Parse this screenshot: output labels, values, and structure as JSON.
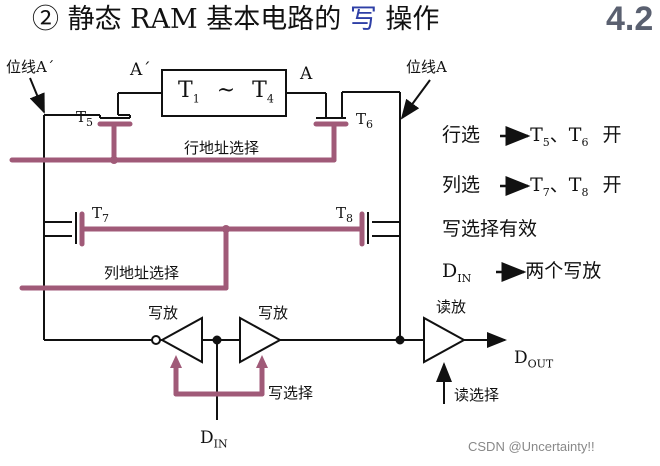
{
  "title": {
    "circled_num": "②",
    "text": "静态 RAM 基本电路的",
    "highlight": "写",
    "tail": "操作"
  },
  "page_number": "4.2",
  "bitline_left": "位线A´",
  "bitline_right": "位线A",
  "node_left": "A´",
  "node_right": "A",
  "cell": {
    "main": "T",
    "sub1": "1",
    "sep": "~",
    "main2": "T",
    "sub2": "4"
  },
  "transistors": {
    "t5": "T",
    "t5s": "5",
    "t6": "T",
    "t6s": "6",
    "t7": "T",
    "t7s": "7",
    "t8": "T",
    "t8s": "8"
  },
  "row_addr": "行地址选择",
  "col_addr": "列地址选择",
  "write_amp_1": "写放",
  "write_amp_2": "写放",
  "read_amp": "读放",
  "write_select": "写选择",
  "read_select": "读选择",
  "din": {
    "main": "D",
    "sub": "IN"
  },
  "dout": {
    "main": "D",
    "sub": "OUT"
  },
  "notes": {
    "row": {
      "text": "行选",
      "t1": "T",
      "s1": "5",
      "sep": "、",
      "t2": "T",
      "s2": "6",
      "tail": "开"
    },
    "col": {
      "text": "列选",
      "t1": "T",
      "s1": "7",
      "sep": "、",
      "t2": "T",
      "s2": "8",
      "tail": "开"
    },
    "write": "写选择有效",
    "din": {
      "main": "D",
      "sub": "IN",
      "tail": "两个写放"
    }
  },
  "watermark": "CSDN @Uncertainty!!",
  "colors": {
    "wire": "#111111",
    "select": "#a05a78",
    "title_highlight": "#2e3fa6"
  }
}
